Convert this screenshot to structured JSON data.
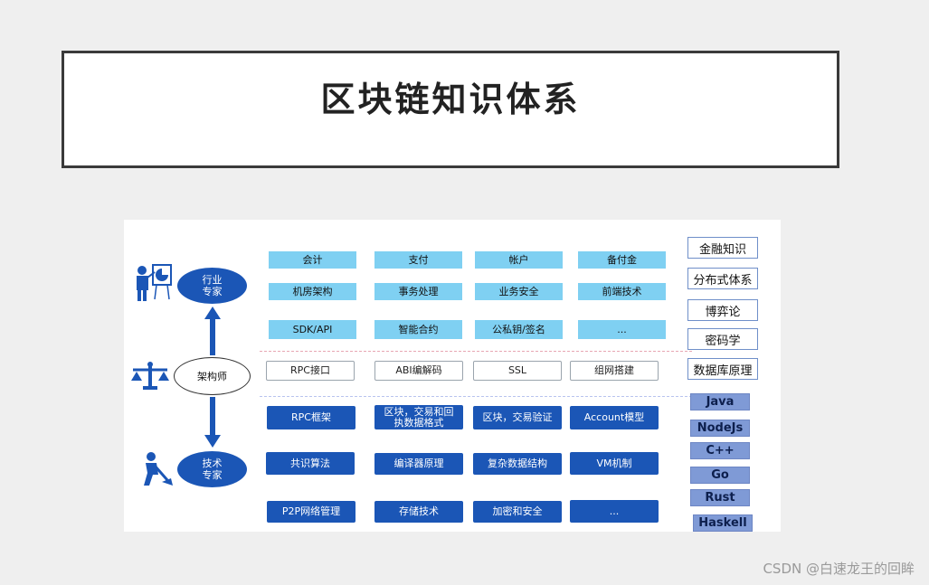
{
  "title": "区块链知识体系",
  "roles": {
    "industry": "行业\n专家",
    "architect": "架构师",
    "tech": "技术\n专家"
  },
  "rows": [
    [
      "会计",
      "支付",
      "帐户",
      "备付金"
    ],
    [
      "机房架构",
      "事务处理",
      "业务安全",
      "前端技术"
    ],
    [
      "SDK/API",
      "智能合约",
      "公私钥/签名",
      "..."
    ],
    [
      "RPC接口",
      "ABI编解码",
      "SSL",
      "组网搭建"
    ],
    [
      "RPC框架",
      "区块，交易和回执数据格式",
      "区块，交易验证",
      "Account模型"
    ],
    [
      "共识算法",
      "编译器原理",
      "复杂数据结构",
      "VM机制"
    ],
    [
      "P2P网络管理",
      "存储技术",
      "加密和安全",
      "..."
    ]
  ],
  "side_topics": [
    "金融知识",
    "分布式体系",
    "博弈论",
    "密码学",
    "数据库原理"
  ],
  "languages": [
    "Java",
    "NodeJs",
    "C++",
    "Go",
    "Rust",
    "Haskell"
  ],
  "colors": {
    "light_box": "#7fd0f2",
    "dark_box": "#1b56b6",
    "arrow": "#1b56b6",
    "lang_box": "#7f9ad6"
  },
  "icons": {
    "industry": "presenter-chart-icon",
    "architect": "scales-icon",
    "tech": "worker-shovel-icon"
  },
  "footer": "CSDN @白速龙王的回眸"
}
